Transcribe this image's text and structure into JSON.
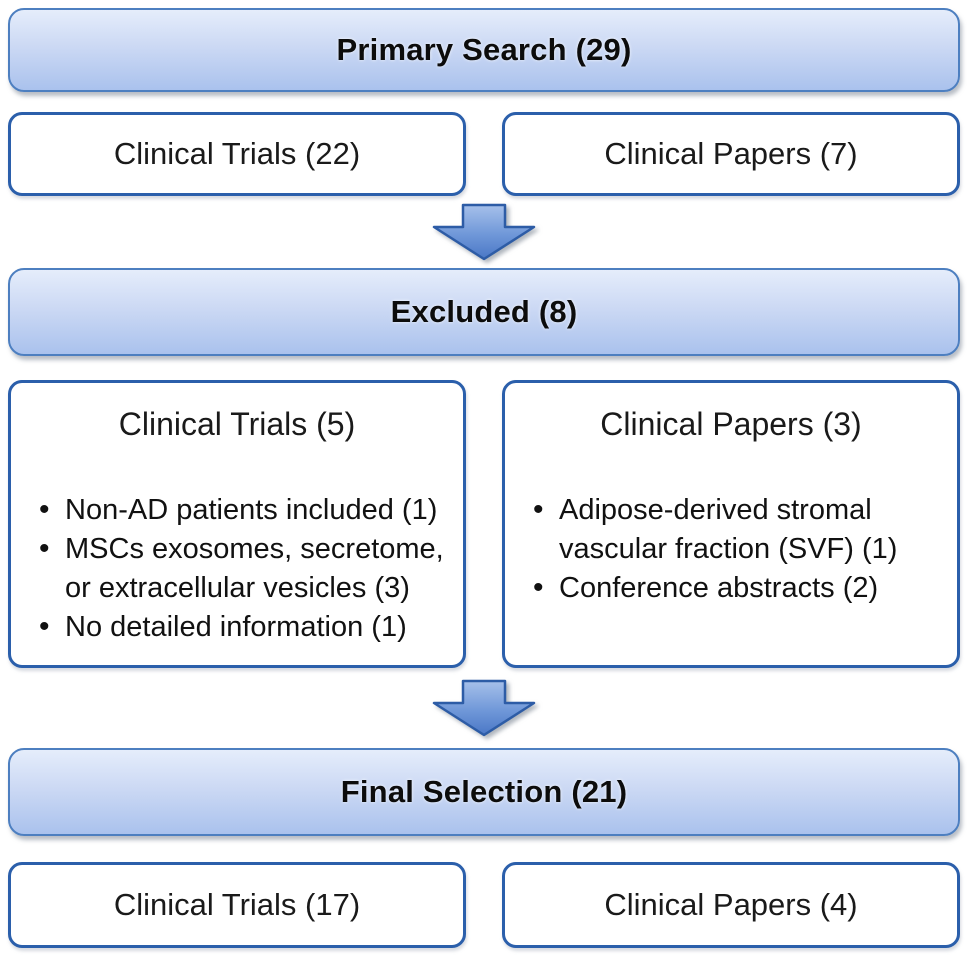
{
  "diagram": {
    "stages": [
      {
        "header": "Primary Search (29)",
        "boxes": [
          {
            "label": "Clinical Trials (22)"
          },
          {
            "label": "Clinical Papers (7)"
          }
        ]
      },
      {
        "header": "Excluded (8)",
        "boxes": [
          {
            "title": "Clinical Trials (5)",
            "bullets": [
              "Non-AD patients included (1)",
              "MSCs exosomes, secretome, or extracellular vesicles (3)",
              "No detailed information (1)"
            ]
          },
          {
            "title": "Clinical Papers (3)",
            "bullets": [
              "Adipose-derived stromal vascular fraction (SVF) (1)",
              "Conference abstracts (2)"
            ]
          }
        ]
      },
      {
        "header": "Final Selection (21)",
        "boxes": [
          {
            "label": "Clinical Trials (17)"
          },
          {
            "label": "Clinical Papers (4)"
          }
        ]
      }
    ],
    "arrows": [
      {
        "name": "down-arrow-1",
        "direction": "down"
      },
      {
        "name": "down-arrow-2",
        "direction": "down"
      }
    ],
    "colors": {
      "header_gradient_top": "#e5edfb",
      "header_gradient_bottom": "#aac2ed",
      "header_border": "#4d7fc0",
      "box_border": "#2b5fab",
      "arrow_fill_top": "#a6c0ea",
      "arrow_fill_bottom": "#4a77c6",
      "arrow_border": "#2d5ca6",
      "text": "#111111",
      "background": "#ffffff"
    }
  }
}
